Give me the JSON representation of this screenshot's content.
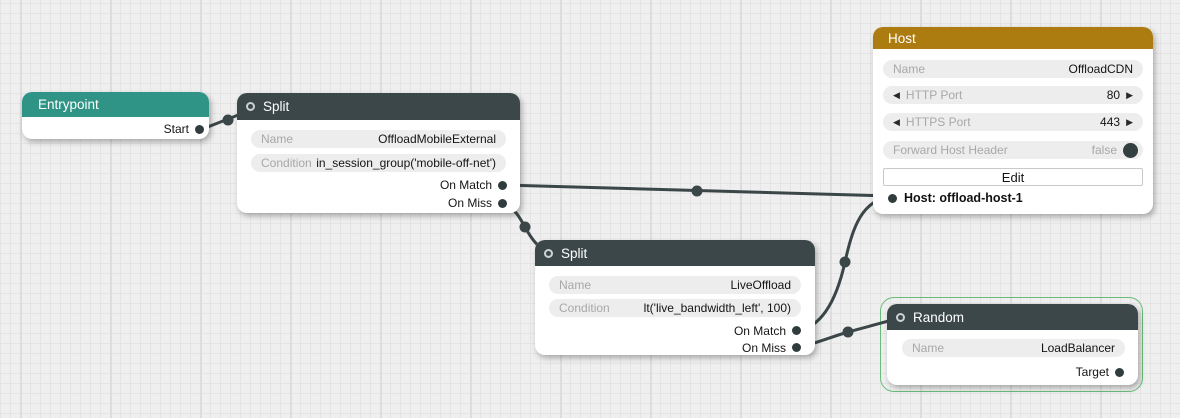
{
  "colors": {
    "background": "#efefef",
    "grid_minor": "#e4e4e4",
    "grid_major": "#dddddd",
    "header_dark": "#3c474a",
    "header_teal": "#2f9485",
    "header_gold": "#ac7c10",
    "wire": "#3b4648",
    "selection_green": "#67bd78",
    "field_pill": "#ededed"
  },
  "icons": {
    "step_left": "◀",
    "step_right": "▶"
  },
  "nodes": {
    "entrypoint": {
      "title": "Entrypoint",
      "output_label": "Start"
    },
    "split_mobile": {
      "title": "Split",
      "name_label": "Name",
      "name_value": "OffloadMobileExternal",
      "condition_label": "Condition",
      "condition_value": "in_session_group('mobile-off-net')",
      "on_match_label": "On Match",
      "on_miss_label": "On Miss"
    },
    "split_live": {
      "title": "Split",
      "name_label": "Name",
      "name_value": "LiveOffload",
      "condition_label": "Condition",
      "condition_value": "lt('live_bandwidth_left', 100)",
      "on_match_label": "On Match",
      "on_miss_label": "On Miss"
    },
    "host": {
      "title": "Host",
      "name_label": "Name",
      "name_value": "OffloadCDN",
      "http_port_label": "HTTP Port",
      "http_port_value": "80",
      "https_port_label": "HTTPS Port",
      "https_port_value": "443",
      "forward_host_header_label": "Forward Host Header",
      "forward_host_header_value": "false",
      "edit_label": "Edit",
      "input_label": "Host: offload-host-1"
    },
    "random": {
      "title": "Random",
      "selected": true,
      "name_label": "Name",
      "name_value": "LoadBalancer",
      "output_label": "Target"
    }
  },
  "edges": [
    {
      "from": "entrypoint.start",
      "to": "split_mobile.in"
    },
    {
      "from": "split_mobile.on_match",
      "to": "host.in"
    },
    {
      "from": "split_mobile.on_miss",
      "to": "split_live.in"
    },
    {
      "from": "split_live.on_match",
      "to": "host.in"
    },
    {
      "from": "split_live.on_miss",
      "to": "random.in"
    }
  ]
}
